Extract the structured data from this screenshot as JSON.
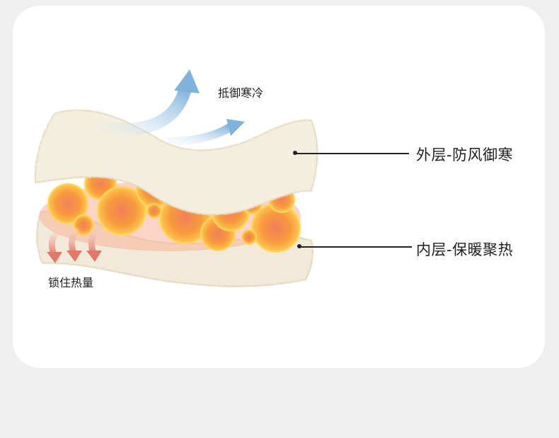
{
  "labels": {
    "top_arrow": "抵御寒冷",
    "bottom_arrow": "锁住热量",
    "outer_layer": "外层-防风御寒",
    "inner_layer": "内层-保暖聚热"
  },
  "colors": {
    "page_background": "#efefef",
    "card_background": "#ffffff",
    "fabric": "#f3ecdc",
    "bubble_orange": "#f79a3c",
    "cold_arrow": "#8fbde0",
    "heat_arrow": "#e88a78",
    "leader_line": "#222222"
  }
}
